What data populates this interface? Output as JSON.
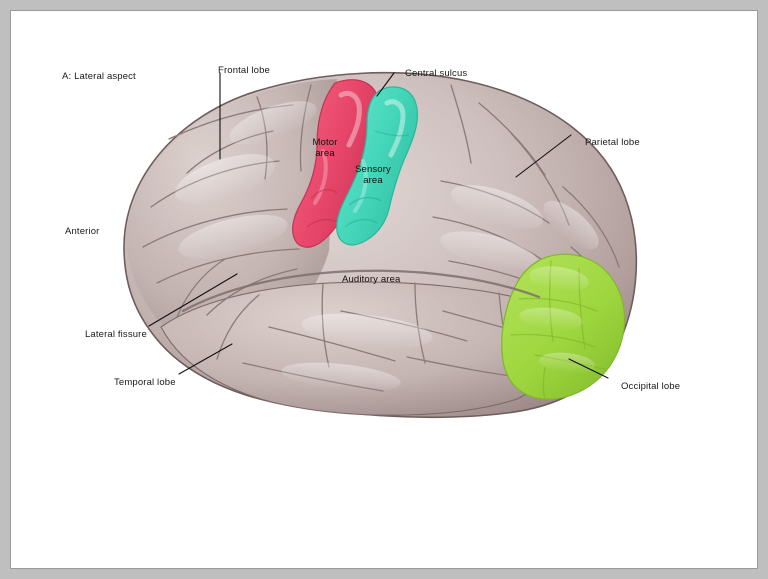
{
  "figure": {
    "panel_caption": "A: Lateral aspect",
    "background_color": "#ffffff",
    "frame_color": "#bfbfbf",
    "frame_rule_color": "#9a9a9a"
  },
  "colors": {
    "brain_base_light": "#d9cdca",
    "brain_base_mid": "#c3b2b0",
    "brain_base_dark": "#9d8b8a",
    "brain_outline": "#6d5d5c",
    "motor_area": "#ea4c6e",
    "motor_area_dark": "#c8days",
    "sensory_area": "#4ddbc0",
    "occipital_area": "#9ed63f",
    "label_text": "#1a1a1a",
    "leader_line": "#111111"
  },
  "labels": {
    "frontal_lobe": "Frontal lobe",
    "central_sulcus": "Central sulcus",
    "parietal_lobe": "Parietal lobe",
    "occipital_lobe": "Occipital lobe",
    "temporal_lobe": "Temporal lobe",
    "lateral_fissure": "Lateral fissure",
    "anterior": "Anterior",
    "motor_area": "Motor area",
    "sensory_area": "Sensory area",
    "auditory_area": "Auditory area"
  },
  "regions": [
    {
      "name": "motor-area",
      "label": "Motor area",
      "color": "#ea4c6e",
      "highlighted": true
    },
    {
      "name": "sensory-area",
      "label": "Sensory area",
      "color": "#4ddbc0",
      "highlighted": true
    },
    {
      "name": "occipital-lobe",
      "label": "Occipital lobe",
      "color": "#9ed63f",
      "highlighted": true
    },
    {
      "name": "frontal-lobe",
      "label": "Frontal lobe",
      "color": "#c3b2b0",
      "highlighted": false
    },
    {
      "name": "parietal-lobe",
      "label": "Parietal lobe",
      "color": "#c3b2b0",
      "highlighted": false
    },
    {
      "name": "temporal-lobe",
      "label": "Temporal lobe",
      "color": "#c3b2b0",
      "highlighted": false
    }
  ]
}
